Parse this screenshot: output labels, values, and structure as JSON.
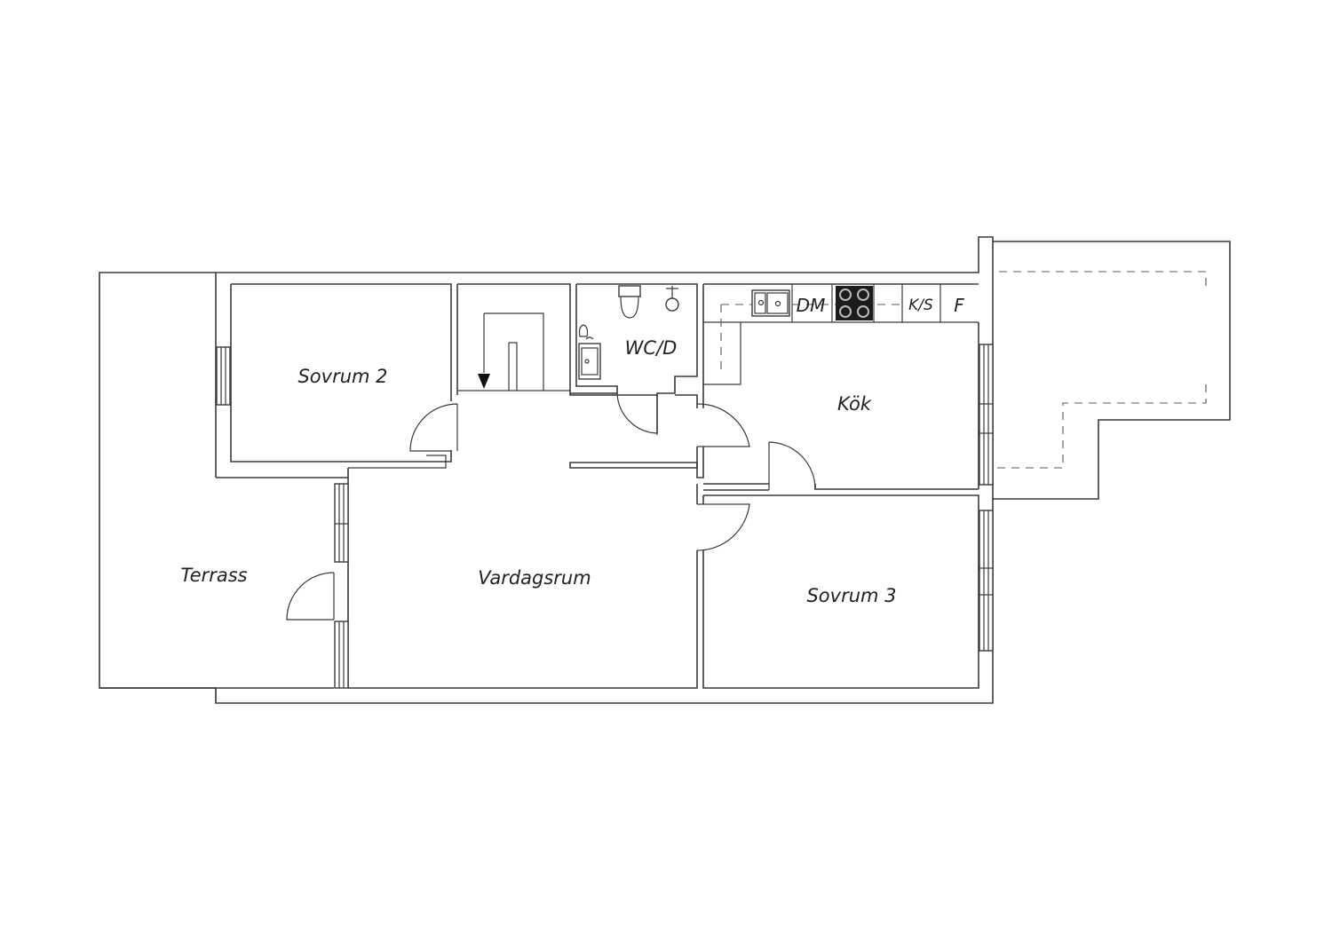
{
  "rooms": {
    "sovrum2": "Sovrum 2",
    "wc": "WC/D",
    "kok": "Kök",
    "terrass": "Terrass",
    "vardagsrum": "Vardagsrum",
    "sovrum3": "Sovrum 3"
  },
  "appliances": {
    "dishwasher": "DM",
    "fridge_freezer": "K/S",
    "freezer": "F"
  }
}
